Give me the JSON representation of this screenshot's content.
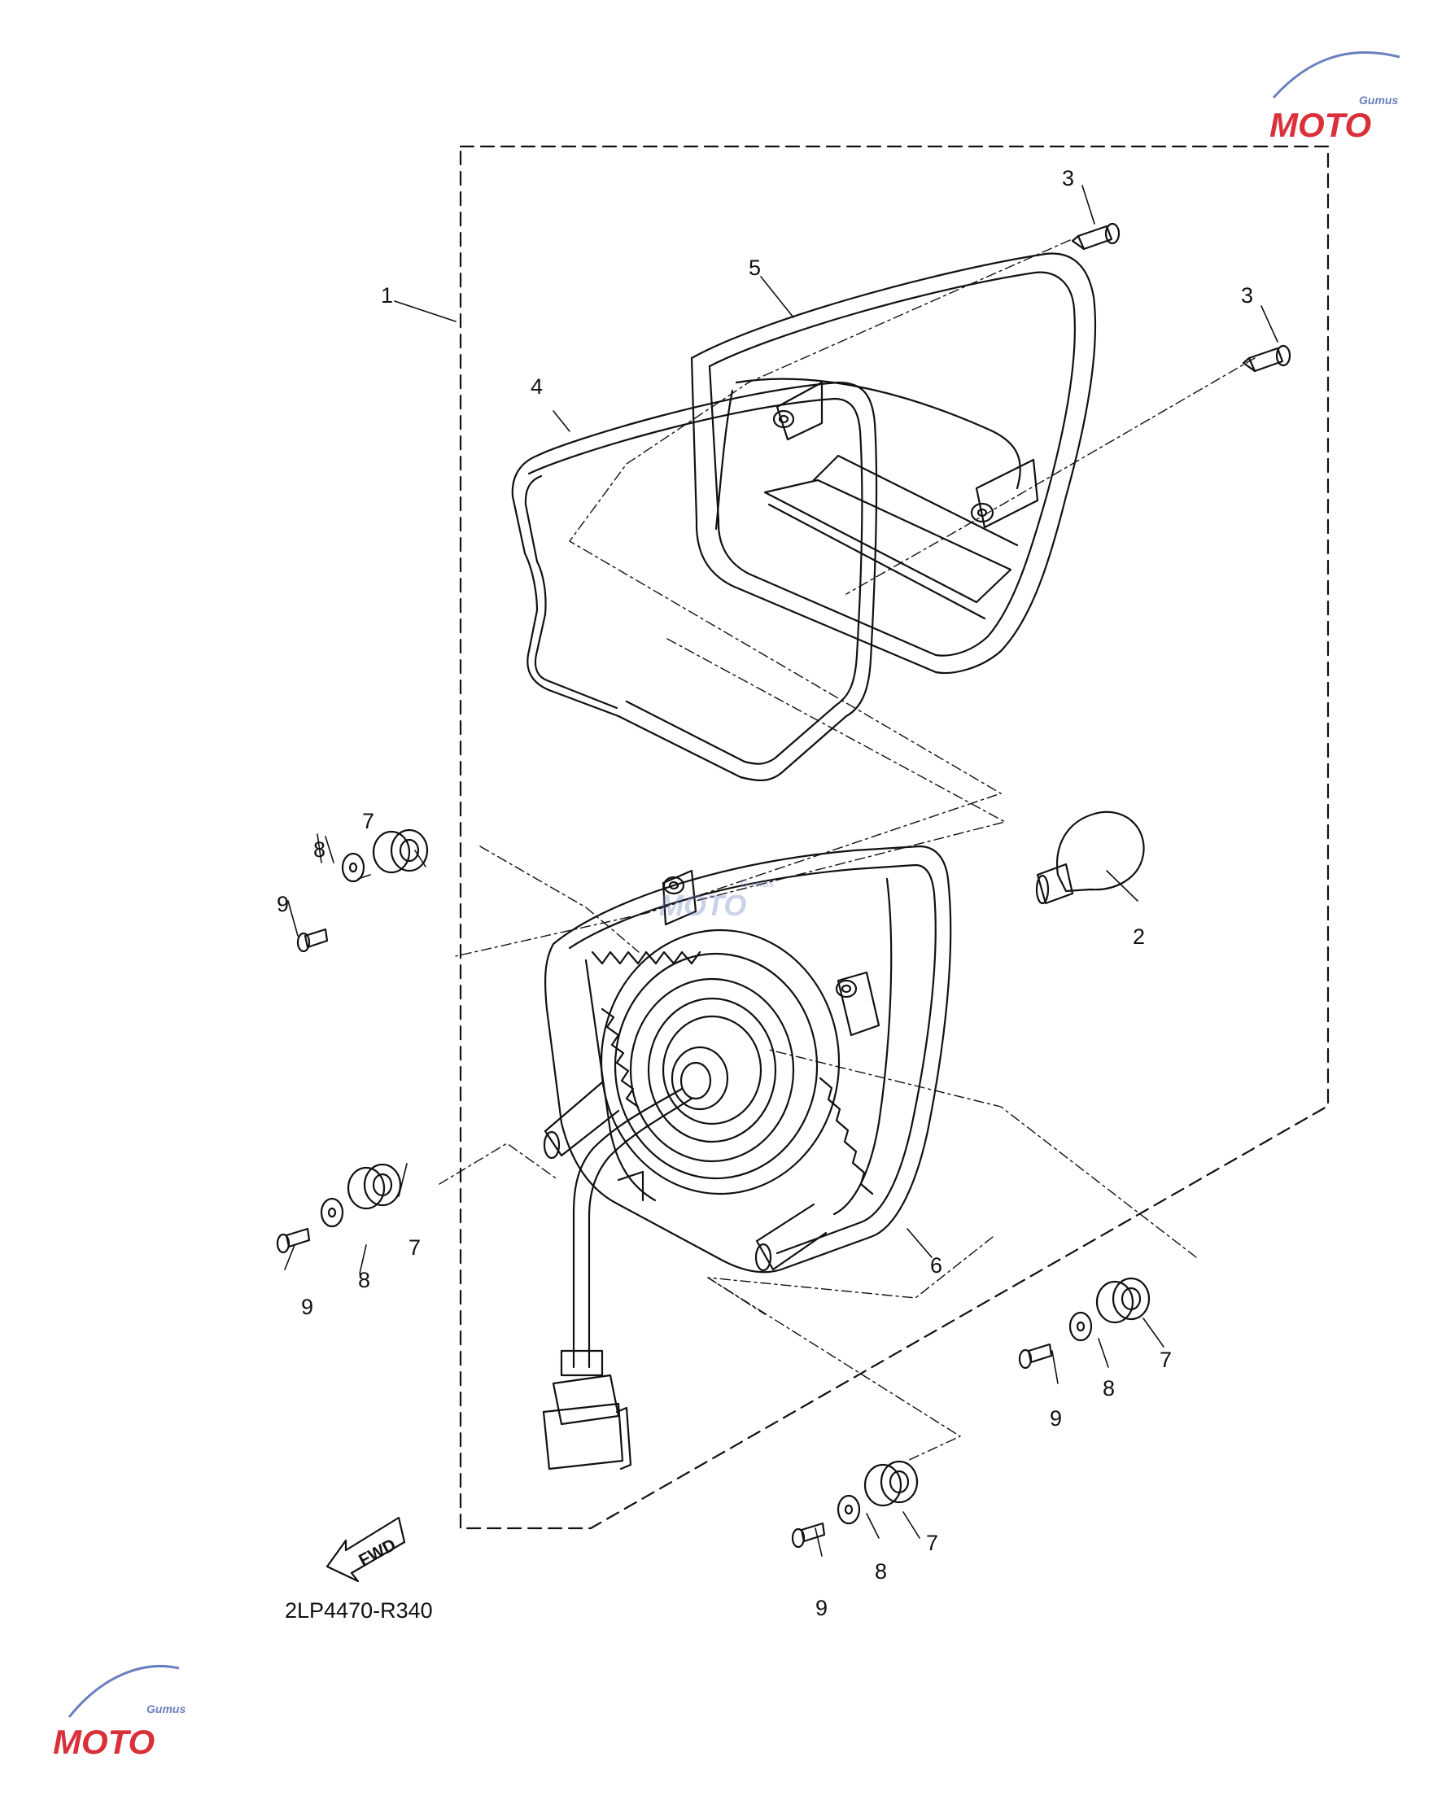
{
  "diagram": {
    "part_code": "2LP4470-R340",
    "fwd_label": "FWD",
    "callouts": [
      "1",
      "2",
      "3",
      "3",
      "4",
      "5",
      "6",
      "7",
      "7",
      "7",
      "7",
      "8",
      "8",
      "8",
      "8",
      "9",
      "9",
      "9",
      "9"
    ],
    "watermark": {
      "brand": "MOTO",
      "tagline": "Gumus"
    },
    "colors": {
      "line": "#111111",
      "watermark_red": "#d9303a",
      "watermark_blue": "#6a7fbf"
    }
  }
}
